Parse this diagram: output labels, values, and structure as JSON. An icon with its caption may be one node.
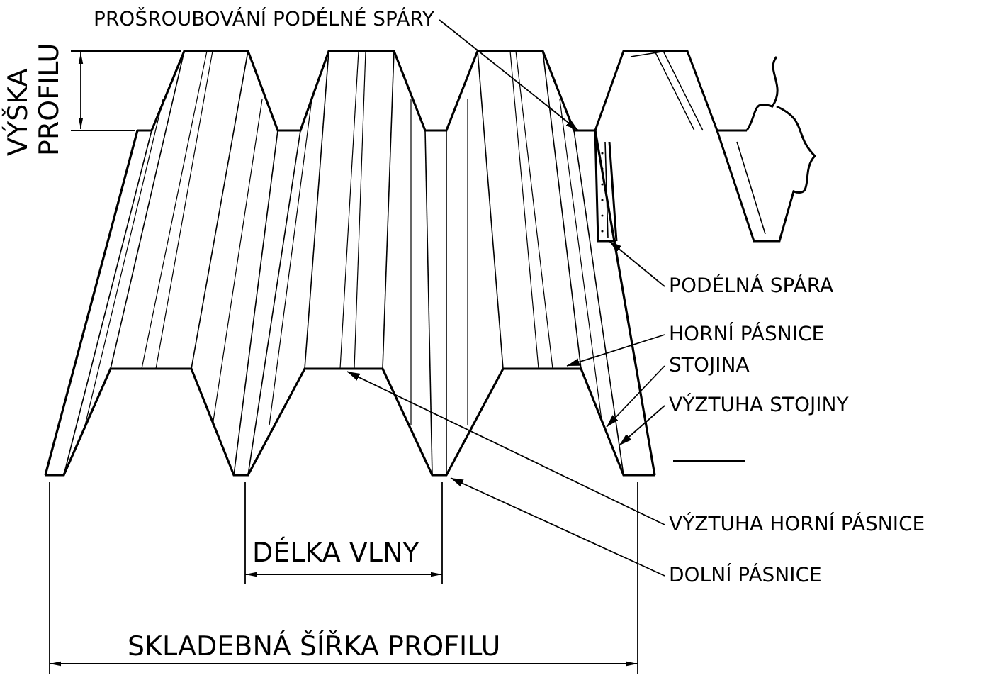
{
  "diagram": {
    "nodes": [
      {
        "text": [
          "PROŠROUBOVÁNÍ PODÉLNÉ SPÁRY"
        ]
      },
      {
        "text": [
          "PODÉLNÁ SPÁRA"
        ]
      },
      {
        "text": [
          "HORNÍ PÁSNICE"
        ]
      },
      {
        "text": [
          "STOJINA"
        ]
      },
      {
        "text": [
          "VÝZTUHA STOJINY"
        ]
      },
      {
        "text": [
          "VÝZTUHA HORNÍ PÁSNICE"
        ]
      },
      {
        "text": [
          "DOLNÍ PÁSNICE"
        ]
      }
    ],
    "edges": [
      {
        "from": 0,
        "to": null,
        "arrow": "to"
      },
      {
        "from": 1,
        "to": null,
        "arrow": "to"
      },
      {
        "from": 2,
        "to": null,
        "arrow": "to"
      },
      {
        "from": 3,
        "to": null,
        "arrow": "to"
      },
      {
        "from": 4,
        "to": null,
        "arrow": "to"
      },
      {
        "from": 5,
        "to": null,
        "arrow": "to"
      },
      {
        "from": 6,
        "to": null,
        "arrow": "to"
      }
    ],
    "labels": [
      "VÝŠKA PROFILU",
      "DÉLKA VLNY",
      "SKLADEBNÁ ŠÍŘKA PROFILU"
    ]
  }
}
